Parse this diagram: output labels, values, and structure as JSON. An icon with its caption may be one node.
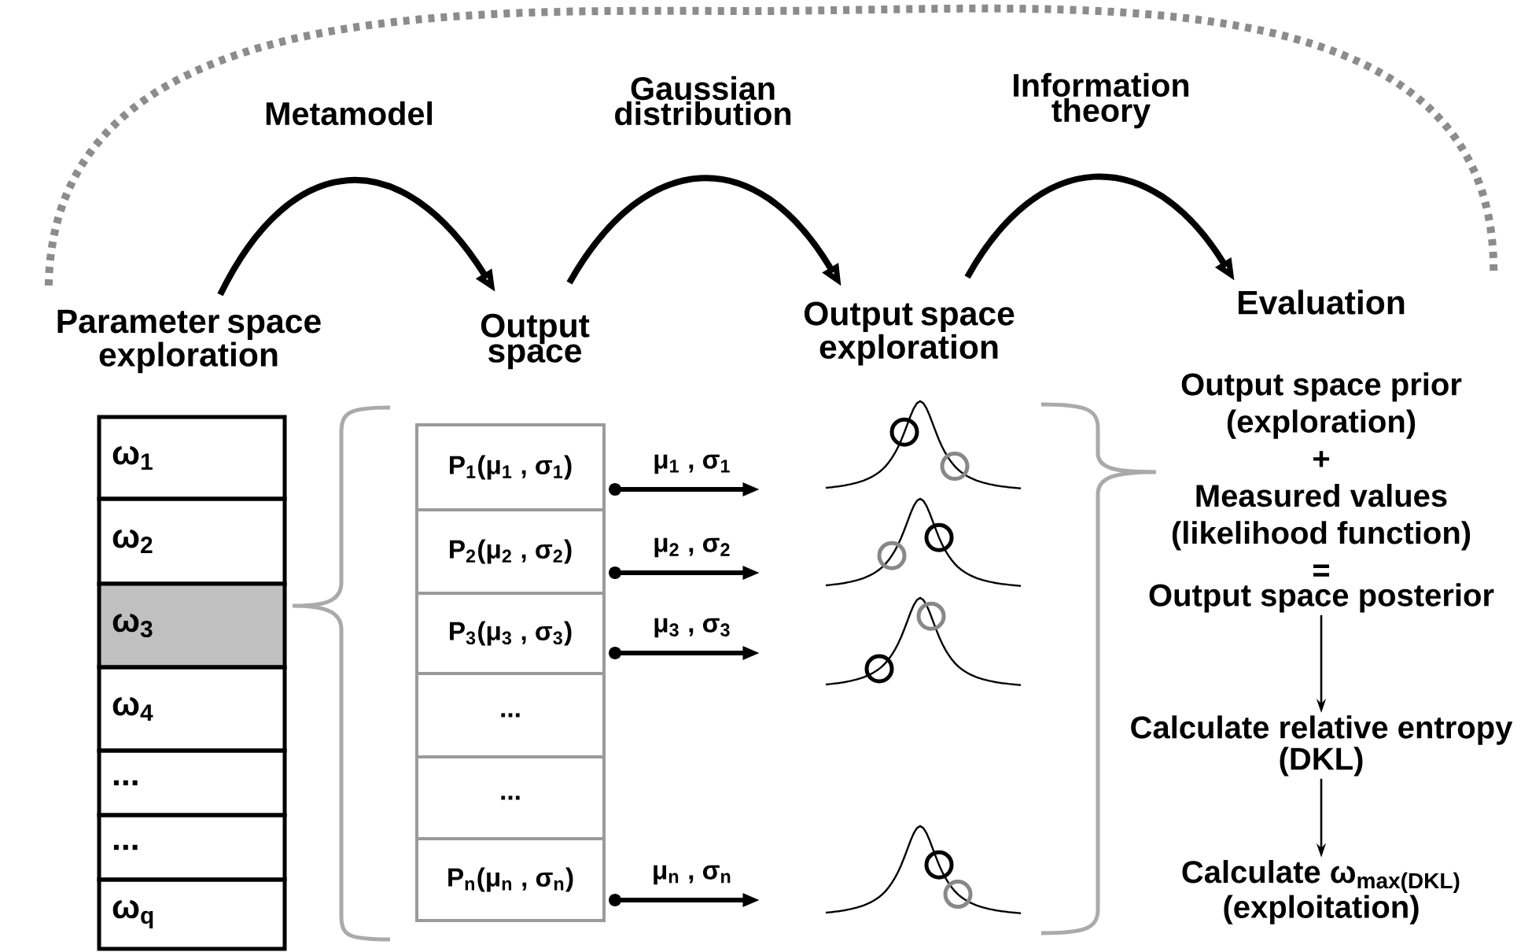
{
  "diagram": {
    "nodes": [
      {
        "text": [
          "Parameter space exploration"
        ]
      },
      {
        "text": [
          "Output space"
        ]
      },
      {
        "text": [
          "Output space exploration"
        ]
      },
      {
        "text": [
          "Evaluation"
        ]
      },
      {
        "text": [
          "ω$_{1}$"
        ]
      },
      {
        "text": [
          "ω$_{2}$"
        ]
      },
      {
        "text": [
          "ω$_{3}$"
        ]
      },
      {
        "text": [
          "ω$_{4}$"
        ]
      },
      {
        "text": [
          "..."
        ]
      },
      {
        "text": [
          "..."
        ]
      },
      {
        "text": [
          "ω$_{q}$"
        ]
      },
      {
        "text": [
          "P$_{1}$(μ$_{1}$ , σ$_{1}$)"
        ]
      },
      {
        "text": [
          "P$_{2}$(μ$_{2}$ , σ$_{2}$)"
        ]
      },
      {
        "text": [
          "P$_{3}$(μ$_{3}$ , σ$_{3}$)"
        ]
      },
      {
        "text": [
          "..."
        ]
      },
      {
        "text": [
          "..."
        ]
      },
      {
        "text": [
          "P$_{n}$(μ$_{n}$ , σ$_{n}$)"
        ]
      },
      {
        "text": [],
        "shape": "curve"
      },
      {
        "text": [],
        "shape": "curve"
      },
      {
        "text": [],
        "shape": "curve"
      },
      {
        "text": [],
        "shape": "curve"
      },
      {
        "text": [
          "Output space prior (exploration)",
          "+",
          "Measured values (likelihood function)",
          "=",
          "Output space posterior"
        ]
      },
      {
        "text": [
          "Calculate relative entropy (DKL)"
        ]
      },
      {
        "text": [
          "Calculate ω$_{max(DKL)}$ (exploitation)"
        ]
      }
    ],
    "edges": [
      {
        "from": 0,
        "to": 1,
        "arrow": "to",
        "label": "Metamodel"
      },
      {
        "from": 1,
        "to": 2,
        "arrow": "to",
        "label": "Gaussian distribution"
      },
      {
        "from": 2,
        "to": 3,
        "arrow": "to",
        "label": "Information theory"
      },
      {
        "from": 3,
        "to": 0,
        "arrow": "none",
        "style": "dashed",
        "color": "#8c8c8c"
      },
      {
        "from": 11,
        "to": 17,
        "arrow": "to",
        "label": "μ$_{1}$ , σ$_{1}$"
      },
      {
        "from": 12,
        "to": 18,
        "arrow": "to",
        "label": "μ$_{2}$ , σ$_{2}$"
      },
      {
        "from": 13,
        "to": 19,
        "arrow": "to",
        "label": "μ$_{3}$ , σ$_{3}$"
      },
      {
        "from": 16,
        "to": 20,
        "arrow": "to",
        "label": "μ$_{n}$ , σ$_{n}$"
      },
      {
        "from": 21,
        "to": 22,
        "arrow": "to"
      },
      {
        "from": 22,
        "to": 23,
        "arrow": "to"
      }
    ]
  }
}
